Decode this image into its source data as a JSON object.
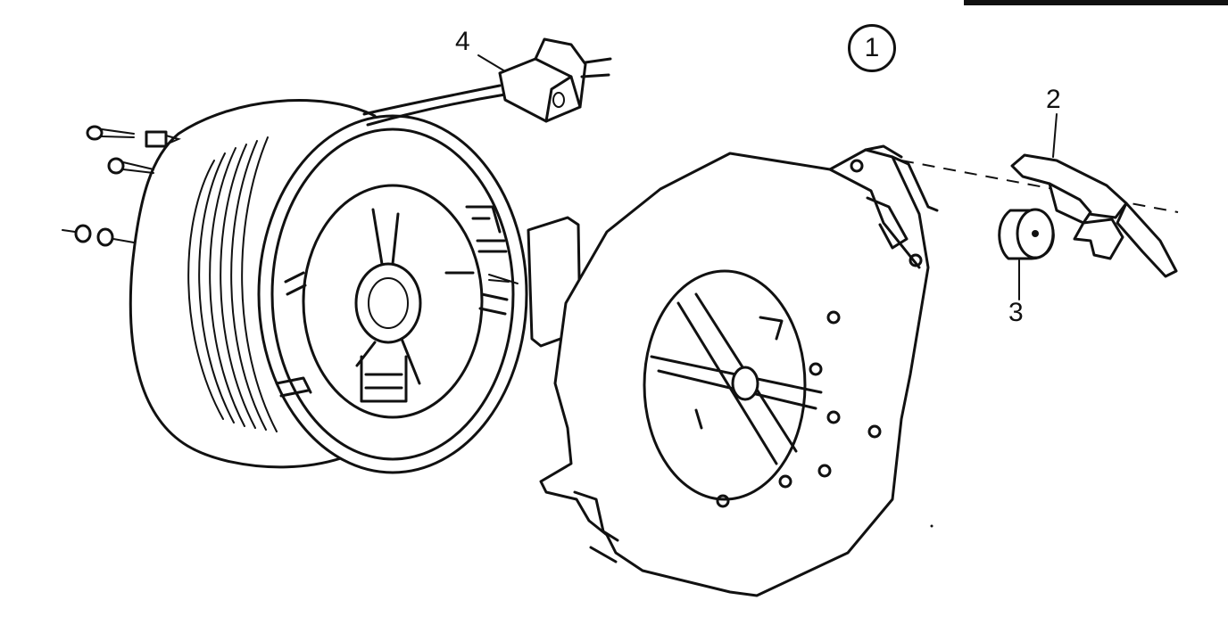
{
  "diagram": {
    "assembly_number": "1",
    "callouts": {
      "plug": "4",
      "lever": "2",
      "roller": "3"
    }
  }
}
